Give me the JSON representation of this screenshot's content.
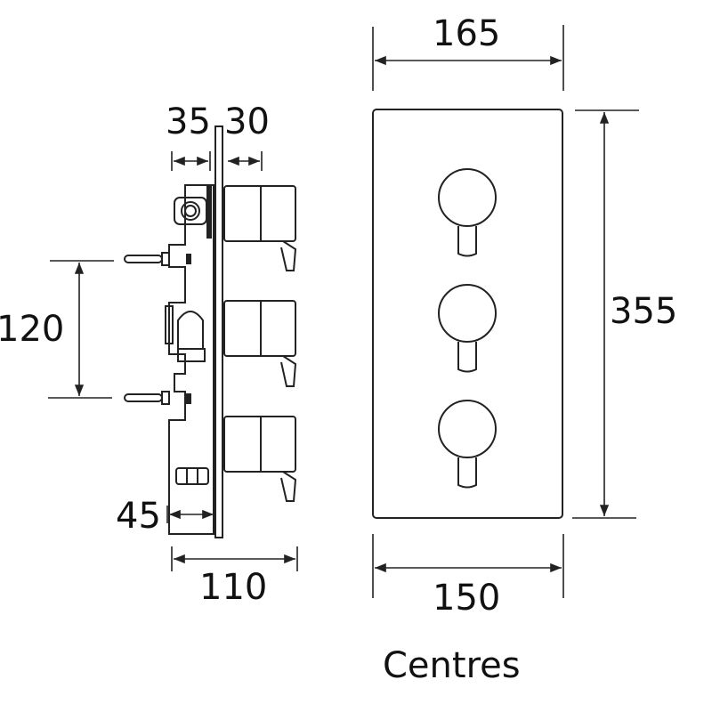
{
  "diagram": {
    "units": "mm",
    "side_view": {
      "dimensions": {
        "depth_rear": "35",
        "depth_front": "30",
        "inlet_centres": "120",
        "offset_bottom": "45",
        "overall_depth": "110"
      }
    },
    "front_view": {
      "dimensions": {
        "plate_width": "165",
        "plate_height": "355",
        "handle_centres": "150"
      },
      "caption": "Centres",
      "handles": 3
    },
    "colors": {
      "line": "#111111",
      "background": "#ffffff"
    }
  }
}
